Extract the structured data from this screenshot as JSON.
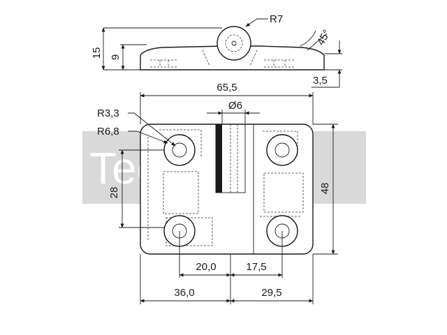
{
  "watermark": {
    "text": "TechXXL"
  },
  "side_view": {
    "dim_total_height": "15",
    "dim_leaf_height": "9",
    "dim_radius": "R7",
    "dim_angle": "45°",
    "dim_thickness": "3,5"
  },
  "top_view": {
    "dim_overall_width": "65,5",
    "dim_pin_diameter": "Ø6",
    "dim_hole_radius": "R3,3",
    "dim_boss_radius": "R6,8",
    "dim_hole_spacing_vertical": "28",
    "dim_overall_height": "48",
    "dim_left_spacing": "20,0",
    "dim_right_spacing": "17,5",
    "dim_left_offset": "36,0",
    "dim_right_offset": "29,5"
  }
}
